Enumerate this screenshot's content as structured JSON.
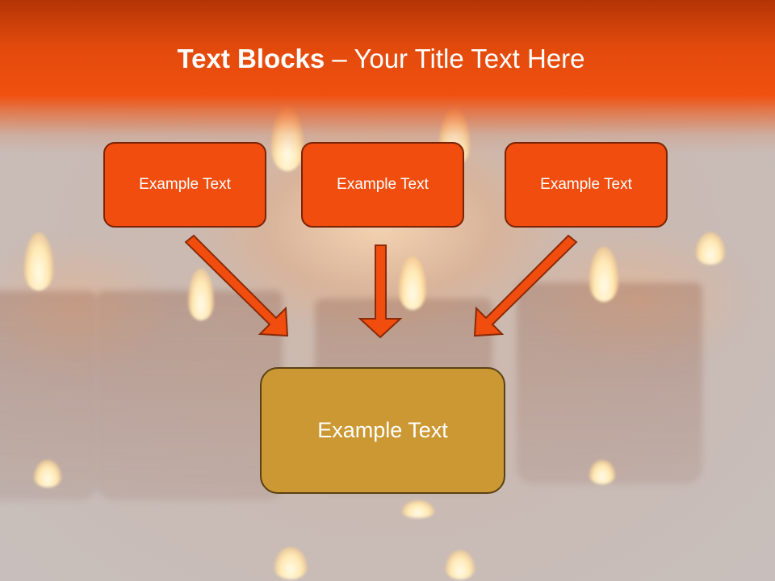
{
  "slide": {
    "title_bold": "Text Blocks",
    "title_rest": " – Your Title Text Here"
  },
  "diagram": {
    "top_boxes": [
      {
        "label": "Example Text"
      },
      {
        "label": "Example Text"
      },
      {
        "label": "Example Text"
      }
    ],
    "bottom_box": {
      "label": "Example Text"
    }
  },
  "colors": {
    "title_band": "#f1500f",
    "top_box_fill": "#f04d0e",
    "arrow_fill": "#f04d0e",
    "bottom_box_fill": "#cb9833"
  }
}
